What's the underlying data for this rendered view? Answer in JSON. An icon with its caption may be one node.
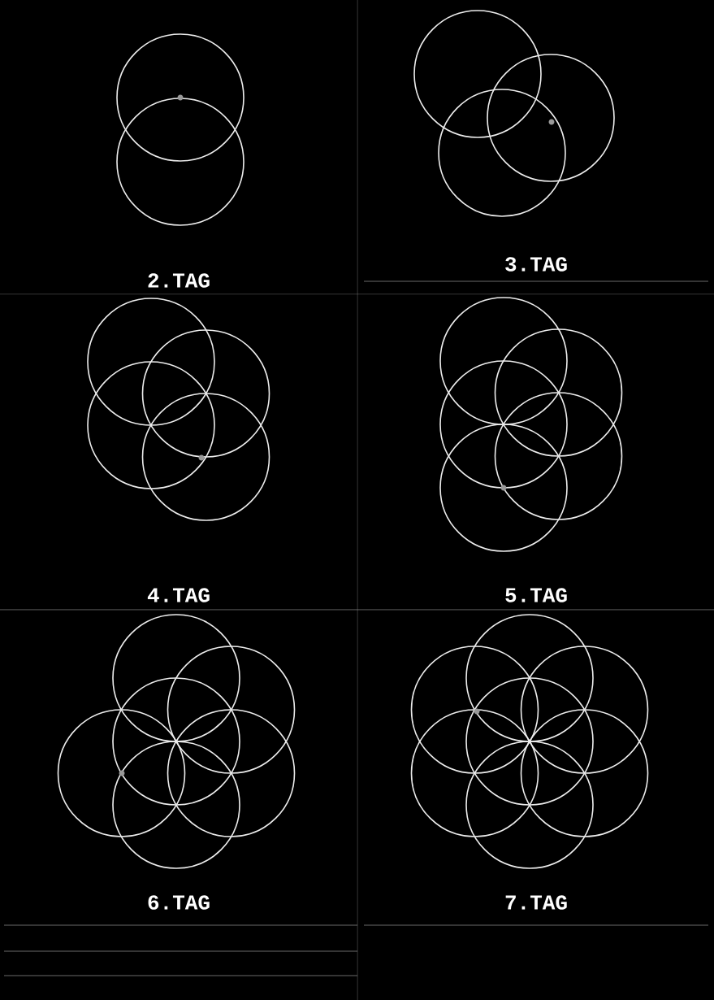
{
  "diagram": {
    "labels": [
      "2.TAG",
      "3.TAG",
      "4.TAG",
      "5.TAG",
      "6.TAG",
      "7.TAG"
    ]
  }
}
